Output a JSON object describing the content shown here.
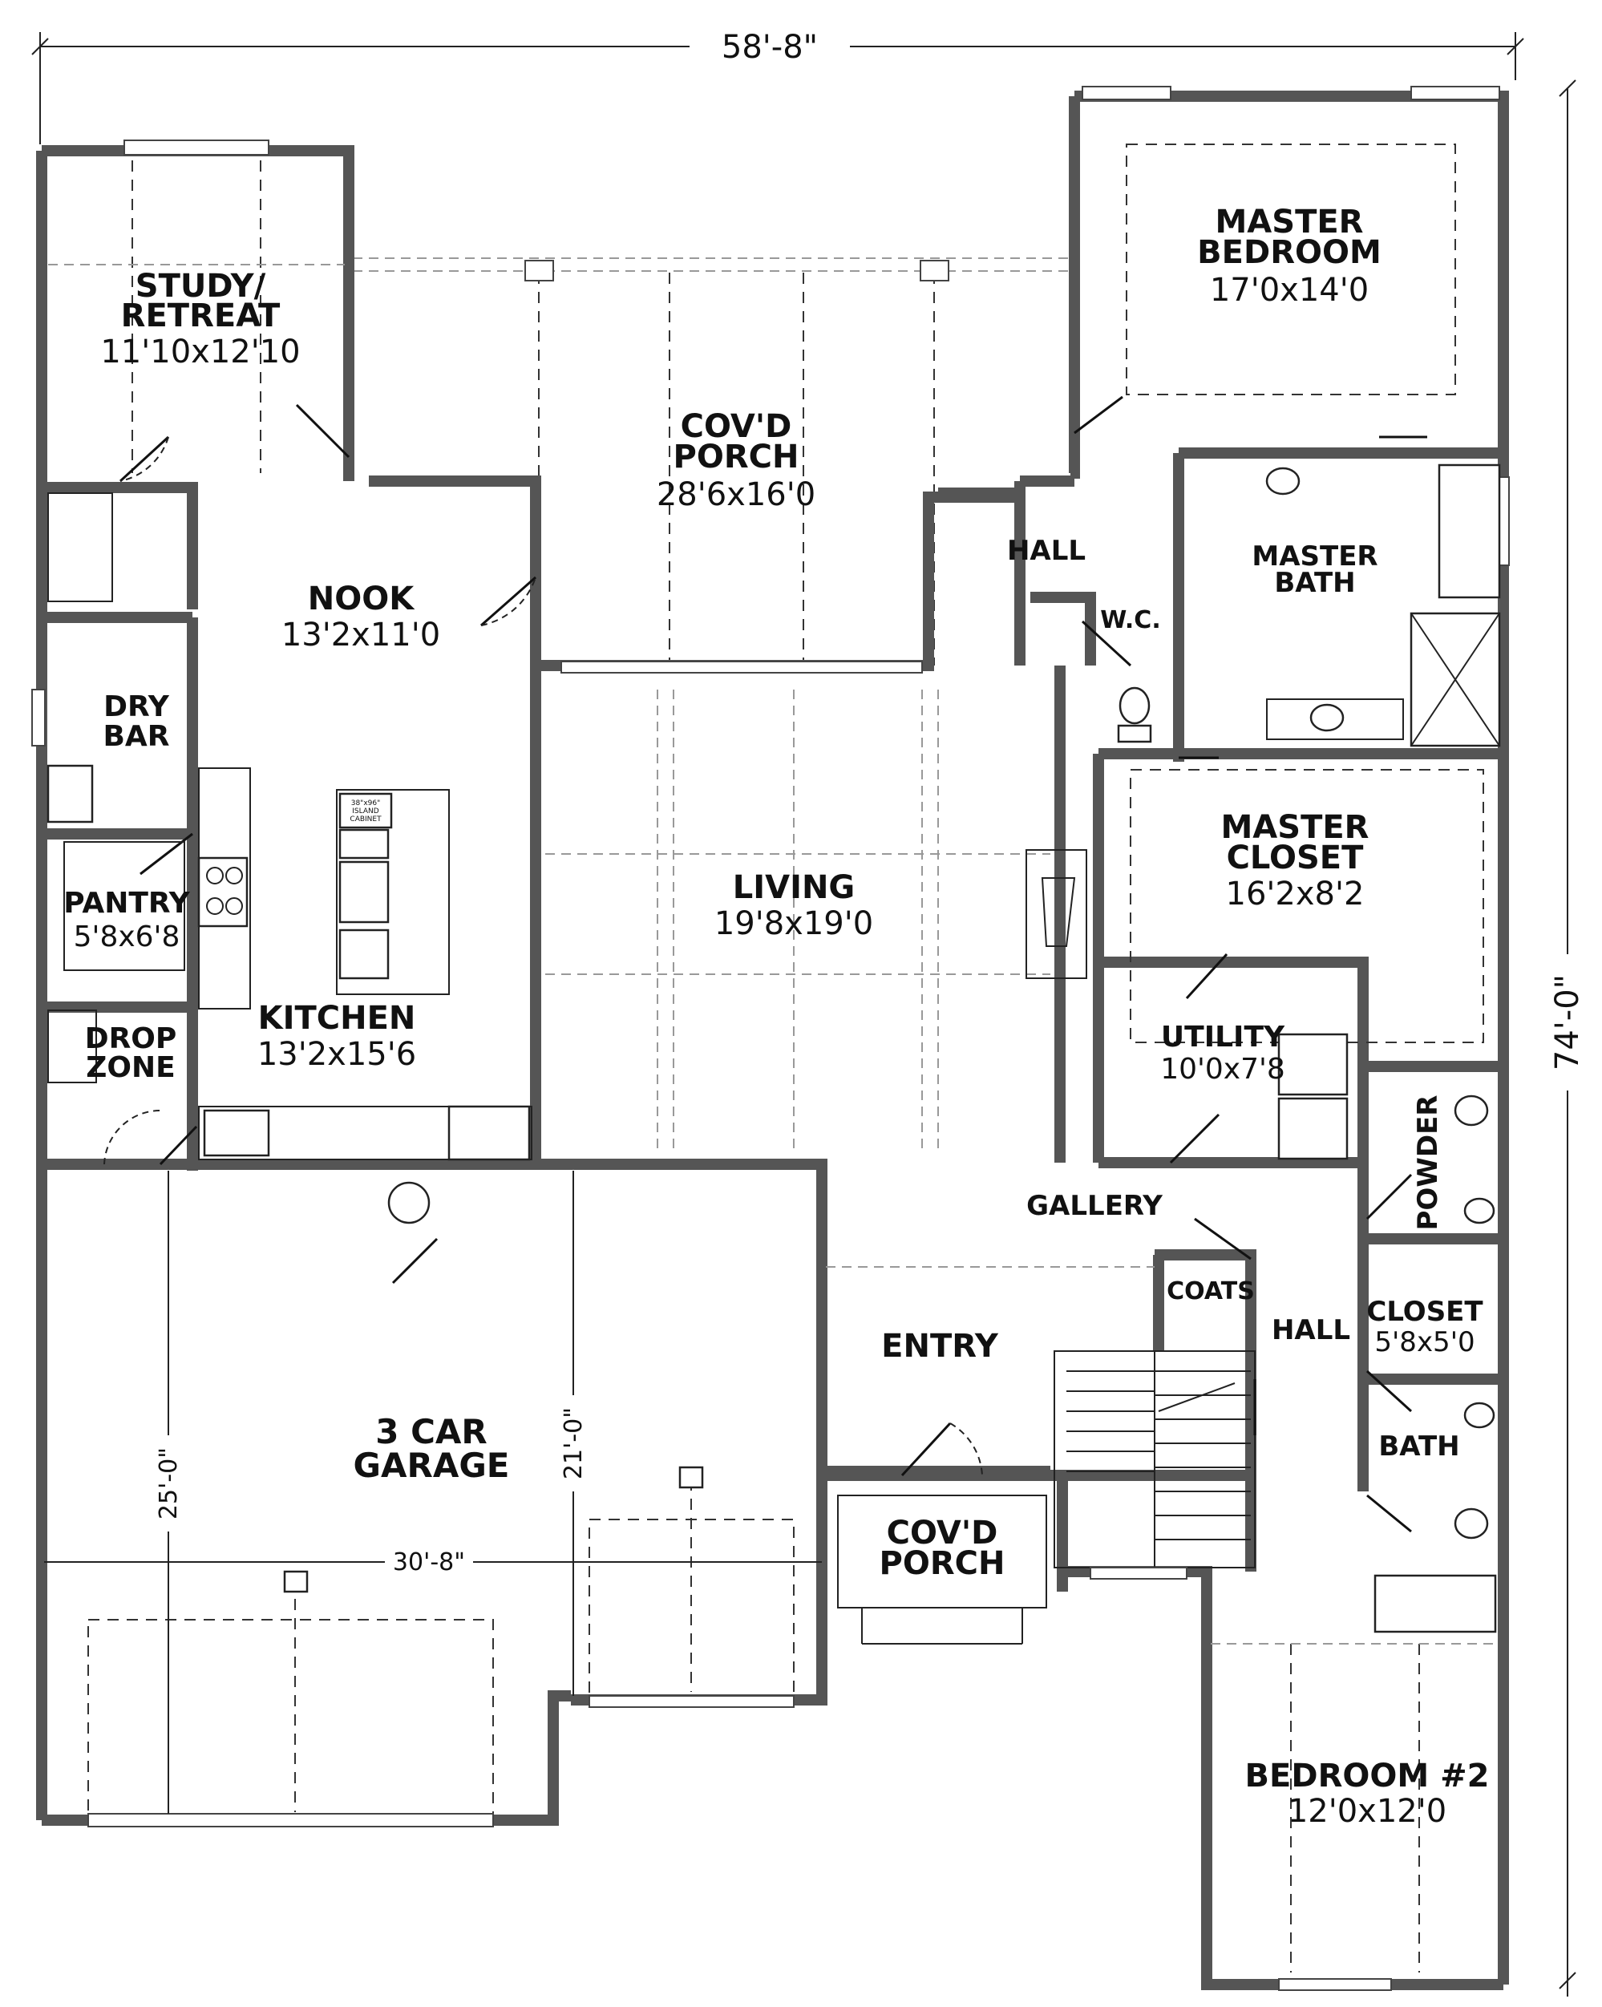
{
  "plan": {
    "overall_width": "58'-8\"",
    "overall_depth": "74'-0\"",
    "garage_width": "30'-8\"",
    "garage_depth_left": "25'-0\"",
    "garage_depth_right": "21'-0\"",
    "island_note_1": "38\"x96\"",
    "island_note_2": "ISLAND",
    "island_note_3": "CABINET"
  },
  "rooms": {
    "study": {
      "line1": "STUDY/",
      "line2": "RETREAT",
      "size": "11'10x12'10"
    },
    "porch_rear": {
      "line1": "COV'D",
      "line2": "PORCH",
      "size": "28'6x16'0"
    },
    "master_bedroom": {
      "line1": "MASTER",
      "line2": "BEDROOM",
      "size": "17'0x14'0"
    },
    "hall_master": {
      "name": "HALL"
    },
    "master_bath": {
      "line1": "MASTER",
      "line2": "BATH"
    },
    "wc": {
      "name": "W.C."
    },
    "nook": {
      "name": "NOOK",
      "size": "13'2x11'0"
    },
    "dry_bar": {
      "line1": "DRY",
      "line2": "BAR"
    },
    "pantry": {
      "name": "PANTRY",
      "size": "5'8x6'8"
    },
    "kitchen": {
      "name": "KITCHEN",
      "size": "13'2x15'6"
    },
    "drop_zone": {
      "line1": "DROP",
      "line2": "ZONE"
    },
    "living": {
      "name": "LIVING",
      "size": "19'8x19'0"
    },
    "master_closet": {
      "line1": "MASTER",
      "line2": "CLOSET",
      "size": "16'2x8'2"
    },
    "utility": {
      "name": "UTILITY",
      "size": "10'0x7'8"
    },
    "powder": {
      "name": "POWDER"
    },
    "gallery": {
      "name": "GALLERY"
    },
    "coats": {
      "name": "COATS"
    },
    "hall_front": {
      "name": "HALL"
    },
    "closet": {
      "name": "CLOSET",
      "size": "5'8x5'0"
    },
    "bath": {
      "name": "BATH"
    },
    "entry": {
      "name": "ENTRY"
    },
    "porch_front": {
      "line1": "COV'D",
      "line2": "PORCH"
    },
    "garage": {
      "line1": "3 CAR",
      "line2": "GARAGE"
    },
    "bedroom2": {
      "name": "BEDROOM #2",
      "size": "12'0x12'0"
    }
  }
}
